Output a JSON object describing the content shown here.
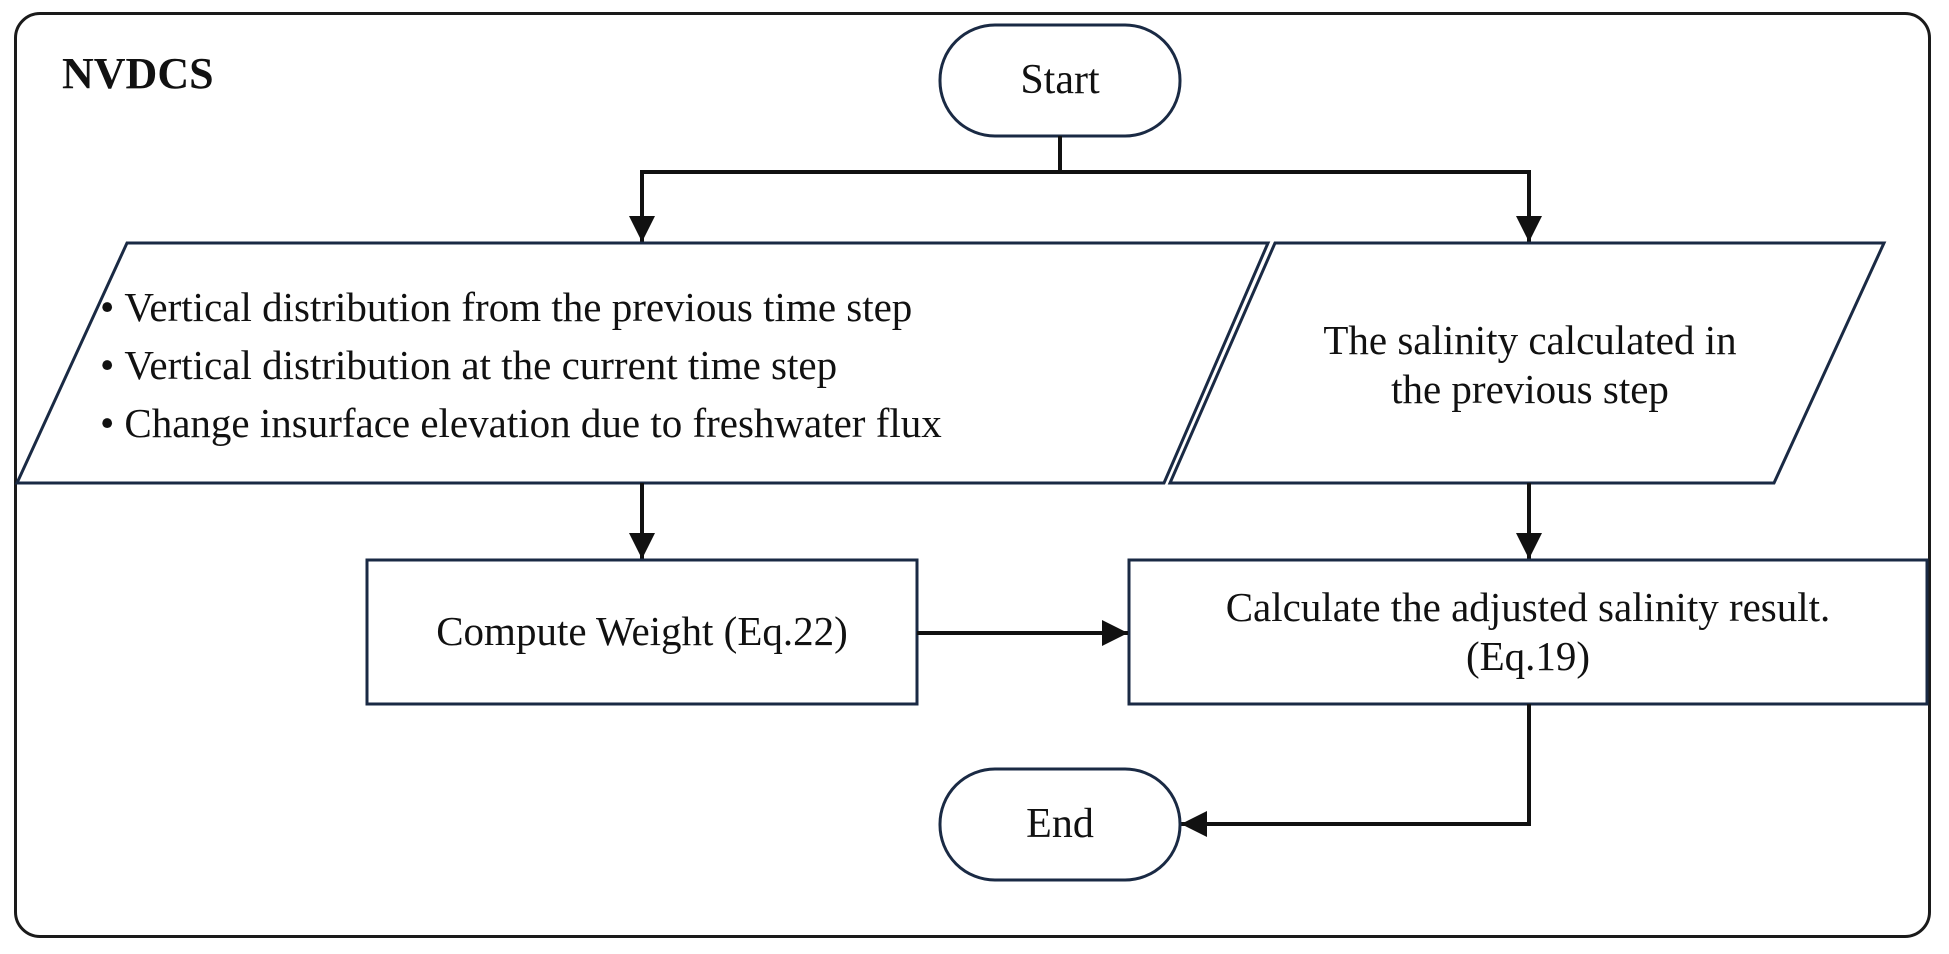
{
  "diagram": {
    "title": "NVDCS",
    "nodes": {
      "start": {
        "label": "Start",
        "shape": "terminal"
      },
      "inputs_left": {
        "shape": "parallelogram",
        "items": [
          "Vertical distribution from the previous time step",
          "Vertical distribution at the current time step",
          "Change insurface elevation due to freshwater flux"
        ]
      },
      "inputs_right": {
        "shape": "parallelogram",
        "line1": "The salinity calculated in",
        "line2": "the previous step"
      },
      "compute_weight": {
        "label": "Compute Weight (Eq.22)",
        "shape": "process"
      },
      "calculate_result": {
        "shape": "process",
        "line1": "Calculate the adjusted salinity result.",
        "line2": "(Eq.19)"
      },
      "end": {
        "label": "End",
        "shape": "terminal"
      }
    },
    "edges": [
      {
        "from": "start",
        "to": "inputs_left"
      },
      {
        "from": "start",
        "to": "inputs_right"
      },
      {
        "from": "inputs_left",
        "to": "compute_weight"
      },
      {
        "from": "inputs_right",
        "to": "calculate_result"
      },
      {
        "from": "compute_weight",
        "to": "calculate_result"
      },
      {
        "from": "calculate_result",
        "to": "end"
      }
    ],
    "colors": {
      "stroke": "#1a2a44",
      "frame": "#1a1a1a",
      "text": "#111111",
      "background": "#ffffff"
    }
  }
}
